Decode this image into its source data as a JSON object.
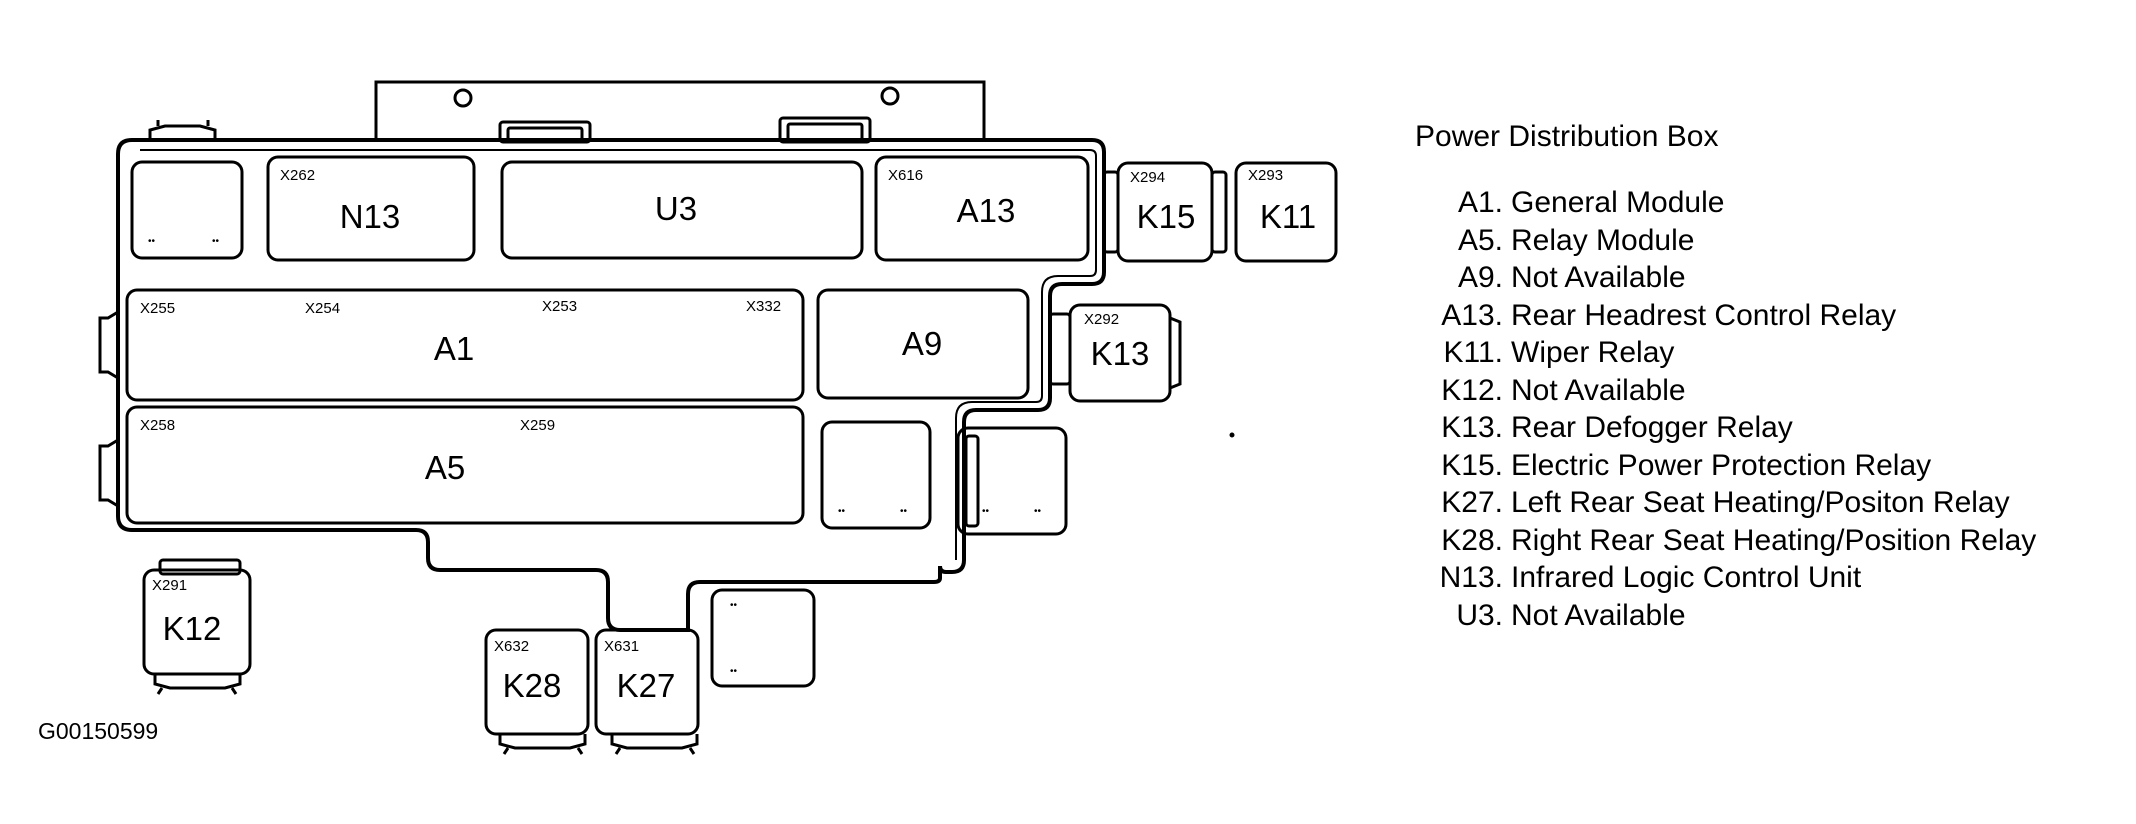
{
  "diagram": {
    "modules": [
      {
        "id": "n13",
        "label": "N13",
        "connector": "X262"
      },
      {
        "id": "u3",
        "label": "U3",
        "connector": ""
      },
      {
        "id": "a13",
        "label": "A13",
        "connector": "X616"
      },
      {
        "id": "k15",
        "label": "K15",
        "connector": "X294"
      },
      {
        "id": "k11",
        "label": "K11",
        "connector": "X293"
      },
      {
        "id": "a1",
        "label": "A1",
        "connectors": [
          "X255",
          "X254",
          "X253",
          "X332"
        ]
      },
      {
        "id": "a9",
        "label": "A9",
        "connector": ""
      },
      {
        "id": "k13",
        "label": "K13",
        "connector": "X292"
      },
      {
        "id": "a5",
        "label": "A5",
        "connectors": [
          "X258",
          "X259"
        ]
      },
      {
        "id": "k12",
        "label": "K12",
        "connector": "X291"
      },
      {
        "id": "k28",
        "label": "K28",
        "connector": "X632"
      },
      {
        "id": "k27",
        "label": "K27",
        "connector": "X631"
      }
    ],
    "image_code": "G00150599"
  },
  "legend": {
    "title": "Power Distribution Box",
    "items": [
      {
        "code": "A1.",
        "desc": "General Module"
      },
      {
        "code": "A5.",
        "desc": "Relay Module"
      },
      {
        "code": "A9.",
        "desc": "Not Available"
      },
      {
        "code": "A13.",
        "desc": "Rear Headrest Control Relay"
      },
      {
        "code": "K11.",
        "desc": "Wiper Relay"
      },
      {
        "code": "K12.",
        "desc": "Not Available"
      },
      {
        "code": "K13.",
        "desc": "Rear Defogger Relay"
      },
      {
        "code": "K15.",
        "desc": "Electric Power Protection Relay"
      },
      {
        "code": "K27.",
        "desc": "Left Rear Seat Heating/Positon Relay"
      },
      {
        "code": "K28.",
        "desc": "Right Rear Seat Heating/Position Relay"
      },
      {
        "code": "N13.",
        "desc": "Infrared Logic Control Unit"
      },
      {
        "code": "U3.",
        "desc": "Not Available"
      }
    ]
  }
}
